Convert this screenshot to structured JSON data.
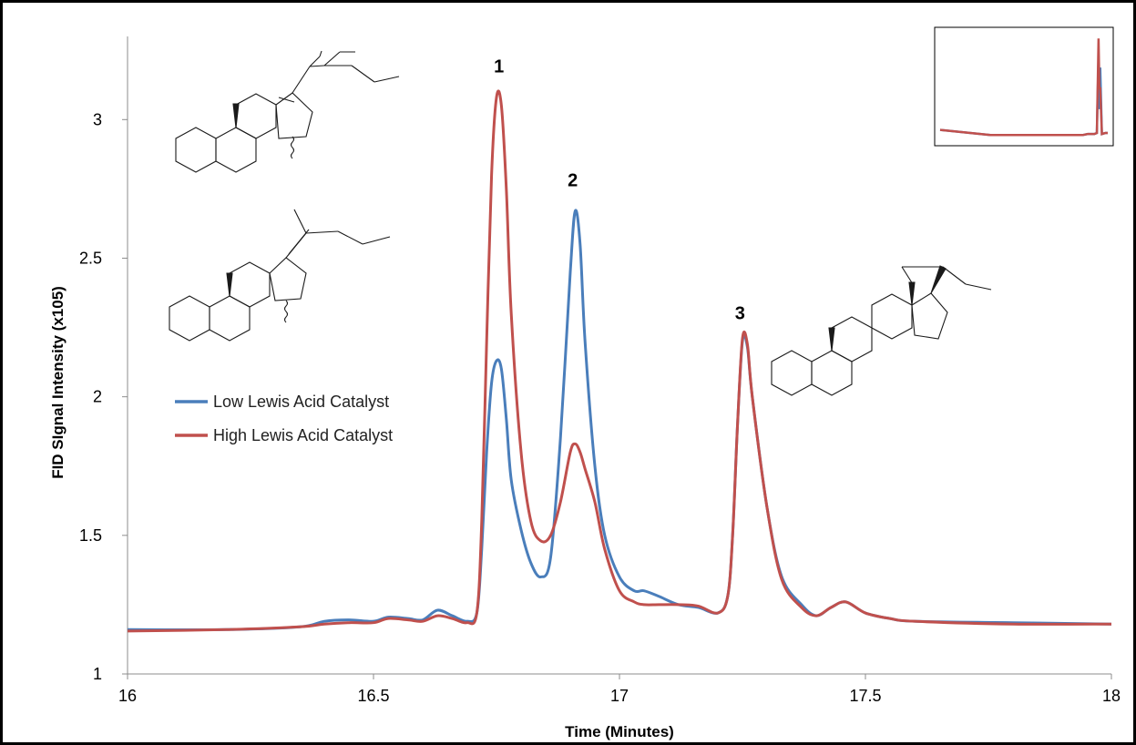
{
  "chart_data": {
    "type": "line",
    "xlabel": "Time (Minutes)",
    "ylabel": "FID SIgnal Intensity (x105)",
    "xlim": [
      16,
      18
    ],
    "ylim": [
      1,
      3.3
    ],
    "x_ticks": [
      "16",
      "16.5",
      "17",
      "17.5",
      "18"
    ],
    "y_ticks": [
      "1",
      "1.5",
      "2",
      "2.5",
      "3"
    ],
    "x_tick_values": [
      16,
      16.5,
      17,
      17.5,
      18
    ],
    "y_tick_values": [
      1,
      1.5,
      2,
      2.5,
      3
    ],
    "grid": false,
    "legend_position": "middle-left",
    "annotations": [
      {
        "text": "1",
        "x": 16.755,
        "y": 3.17
      },
      {
        "text": "2",
        "x": 16.905,
        "y": 2.76
      },
      {
        "text": "3",
        "x": 17.245,
        "y": 2.28
      }
    ],
    "series": [
      {
        "name": "Low Lewis Acid Catalyst",
        "color": "#4a7ebb",
        "x": [
          16.0,
          16.2,
          16.35,
          16.4,
          16.45,
          16.5,
          16.53,
          16.57,
          16.6,
          16.63,
          16.66,
          16.69,
          16.71,
          16.72,
          16.73,
          16.74,
          16.75,
          16.76,
          16.77,
          16.78,
          16.8,
          16.82,
          16.84,
          16.86,
          16.88,
          16.9,
          16.91,
          16.92,
          16.93,
          16.95,
          16.97,
          17.0,
          17.03,
          17.05,
          17.08,
          17.12,
          17.16,
          17.2,
          17.22,
          17.23,
          17.24,
          17.25,
          17.26,
          17.27,
          17.3,
          17.33,
          17.37,
          17.4,
          17.43,
          17.46,
          17.5,
          17.55,
          17.6,
          17.8,
          18.0
        ],
        "values": [
          1.16,
          1.16,
          1.17,
          1.19,
          1.195,
          1.19,
          1.205,
          1.2,
          1.195,
          1.23,
          1.21,
          1.19,
          1.22,
          1.45,
          1.8,
          2.05,
          2.13,
          2.1,
          1.92,
          1.7,
          1.52,
          1.4,
          1.35,
          1.42,
          1.85,
          2.45,
          2.67,
          2.55,
          2.2,
          1.75,
          1.5,
          1.35,
          1.3,
          1.3,
          1.28,
          1.25,
          1.24,
          1.22,
          1.28,
          1.5,
          1.9,
          2.2,
          2.18,
          2.0,
          1.6,
          1.35,
          1.25,
          1.21,
          1.24,
          1.26,
          1.22,
          1.2,
          1.19,
          1.185,
          1.18
        ]
      },
      {
        "name": "High Lewis Acid Catalyst",
        "color": "#c0504d",
        "x": [
          16.0,
          16.2,
          16.35,
          16.4,
          16.45,
          16.5,
          16.53,
          16.57,
          16.6,
          16.63,
          16.66,
          16.69,
          16.71,
          16.72,
          16.73,
          16.74,
          16.75,
          16.76,
          16.77,
          16.78,
          16.8,
          16.82,
          16.84,
          16.86,
          16.88,
          16.9,
          16.91,
          16.92,
          16.93,
          16.95,
          16.97,
          17.0,
          17.03,
          17.05,
          17.08,
          17.12,
          17.16,
          17.2,
          17.22,
          17.23,
          17.24,
          17.25,
          17.26,
          17.27,
          17.3,
          17.33,
          17.37,
          17.4,
          17.43,
          17.46,
          17.5,
          17.55,
          17.6,
          17.8,
          18.0
        ],
        "values": [
          1.155,
          1.16,
          1.17,
          1.18,
          1.185,
          1.185,
          1.2,
          1.195,
          1.19,
          1.21,
          1.2,
          1.185,
          1.22,
          1.55,
          2.2,
          2.8,
          3.08,
          3.05,
          2.75,
          2.3,
          1.8,
          1.55,
          1.48,
          1.5,
          1.62,
          1.8,
          1.83,
          1.8,
          1.74,
          1.62,
          1.45,
          1.3,
          1.26,
          1.25,
          1.25,
          1.25,
          1.245,
          1.22,
          1.28,
          1.5,
          1.9,
          2.21,
          2.19,
          2.0,
          1.6,
          1.34,
          1.24,
          1.21,
          1.24,
          1.26,
          1.22,
          1.2,
          1.19,
          1.18,
          1.18
        ]
      }
    ],
    "inset": {
      "series": [
        {
          "name": "Low Lewis Acid Catalyst",
          "color": "#4a7ebb",
          "values": [
            0.1,
            0.05,
            0.05,
            0.05,
            0.05,
            0.05,
            0.05,
            0.06,
            0.06,
            0.06,
            0.07,
            0.8,
            0.3,
            0.7,
            0.06,
            0.07,
            0.07
          ]
        },
        {
          "name": "High Lewis Acid Catalyst",
          "color": "#c0504d",
          "values": [
            0.1,
            0.05,
            0.05,
            0.05,
            0.05,
            0.05,
            0.05,
            0.06,
            0.06,
            0.06,
            0.07,
            0.98,
            0.5,
            0.5,
            0.06,
            0.07,
            0.07
          ]
        }
      ]
    }
  }
}
